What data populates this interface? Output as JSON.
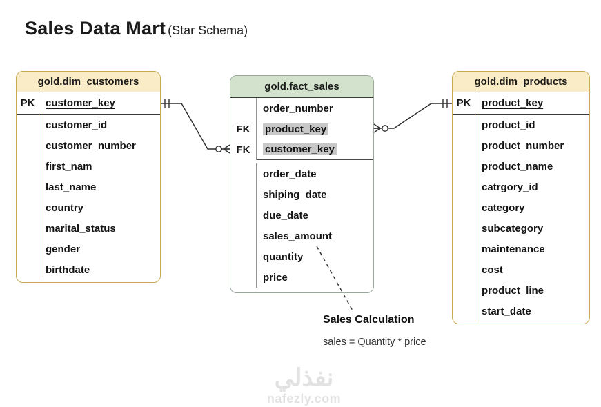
{
  "title": {
    "main": "Sales Data Mart",
    "subtitle": "(Star Schema)"
  },
  "tables": [
    {
      "name": "gold.dim_customers",
      "theme": "gold",
      "rows": [
        {
          "key": "PK",
          "field": "customer_key",
          "pk": true,
          "underline": true
        },
        {
          "field": "customer_id"
        },
        {
          "field": "customer_number"
        },
        {
          "field": "first_nam"
        },
        {
          "field": "last_name"
        },
        {
          "field": "country"
        },
        {
          "field": "marital_status"
        },
        {
          "field": "gender"
        },
        {
          "field": "birthdate"
        }
      ]
    },
    {
      "name": "gold.fact_sales",
      "theme": "green",
      "rows": [
        {
          "field": "order_number"
        },
        {
          "key": "FK",
          "field": "product_key",
          "highlight": true
        },
        {
          "key": "FK",
          "field": "customer_key",
          "highlight": true,
          "sep": true,
          "spacer_after": true
        },
        {
          "field": "order_date"
        },
        {
          "field": "shiping_date"
        },
        {
          "field": "due_date"
        },
        {
          "field": "sales_amount"
        },
        {
          "field": "quantity"
        },
        {
          "field": "price"
        }
      ]
    },
    {
      "name": "gold.dim_products",
      "theme": "gold",
      "rows": [
        {
          "key": "PK",
          "field": "product_key",
          "pk": true,
          "underline": true
        },
        {
          "field": "product_id"
        },
        {
          "field": "product_number"
        },
        {
          "field": "product_name"
        },
        {
          "field": "catrgory_id"
        },
        {
          "field": "category"
        },
        {
          "field": "subcategory"
        },
        {
          "field": "maintenance"
        },
        {
          "field": "cost"
        },
        {
          "field": "product_line"
        },
        {
          "field": "start_date"
        }
      ]
    }
  ],
  "relationships": [
    {
      "from": "gold.dim_customers.customer_key",
      "to": "gold.fact_sales.customer_key",
      "from_cardinality": "one-and-only-one",
      "to_cardinality": "zero-or-many"
    },
    {
      "from": "gold.dim_products.product_key",
      "to": "gold.fact_sales.product_key",
      "from_cardinality": "one-and-only-one",
      "to_cardinality": "zero-or-many"
    }
  ],
  "annotation": {
    "heading": "Sales Calculation",
    "formula": "sales = Quantity * price"
  },
  "watermark": {
    "arabic": "نفذلي",
    "domain": "nafezly.com"
  },
  "colors": {
    "dim_header": "#f9ecc6",
    "dim_border": "#c9a952",
    "fact_header": "#d2e2cd",
    "fact_border": "#9aa79a",
    "fk_highlight": "#c8c8c8",
    "line": "#2e2e2e",
    "watermark": "#e2e2e2"
  }
}
